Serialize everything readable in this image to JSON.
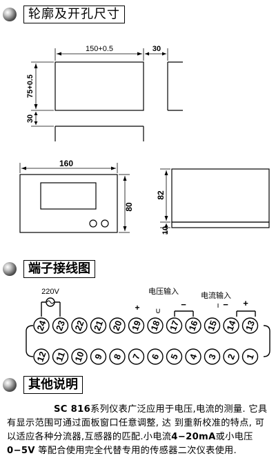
{
  "sections": {
    "dims": {
      "title": "轮廓及开孔尺寸"
    },
    "terminal": {
      "title": "端子接线图"
    },
    "notes": {
      "title": "其他说明"
    }
  },
  "dimensions": {
    "cutout_width": "150+0.5",
    "cutout_height": "75+0.5",
    "spacing_right": "30",
    "spacing_bottom": "30",
    "front_width": "160",
    "front_height": "80",
    "side_height": "82",
    "side_base": "10"
  },
  "wiring": {
    "supply_label": "220V",
    "voltage_input_label": "电压输入",
    "current_input_label": "电流输入",
    "plus_sign": "+",
    "minus_sign": "−",
    "minus_sign_2": "−",
    "plus_sign_2": "+",
    "u_label": "∪",
    "i_label": "ı",
    "top_terminals": [
      "24",
      "23",
      "22",
      "21",
      "20",
      "19",
      "18",
      "17",
      "16",
      "15",
      "14",
      "13"
    ],
    "bottom_terminals": [
      "12",
      "11",
      "10",
      "9",
      "8",
      "7",
      "6",
      "5",
      "4",
      "3",
      "2",
      "1"
    ]
  },
  "description": {
    "model": "SC 816",
    "text1": "系列仪表广泛应用于电压,电流的测量. 它具有显示范围可通过面板窗口任意调整, 达 到重新校准的特点, 可以适应各种分流器,互感器的匹配.小电流",
    "current_range": "4−20mA",
    "text2": "或小电压",
    "voltage_range": "0−5V",
    "text3": " 等配合使用完全代替专用的传感器二次仪表使用."
  }
}
